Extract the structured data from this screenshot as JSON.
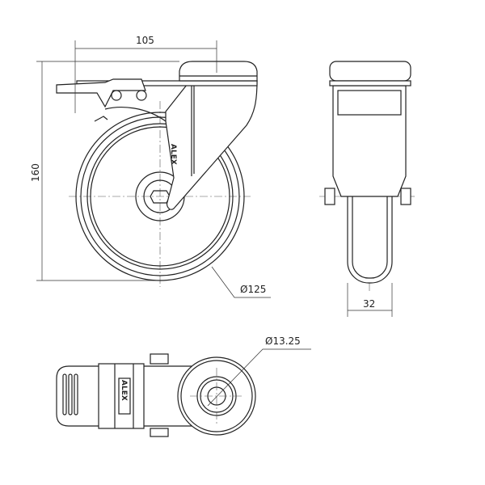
{
  "dimensions": {
    "width_offset": "105",
    "height": "160",
    "wheel_diameter": "Ø125",
    "wheel_width": "32",
    "bolt_hole_diameter": "Ø13.25"
  },
  "logo": "ALEX"
}
